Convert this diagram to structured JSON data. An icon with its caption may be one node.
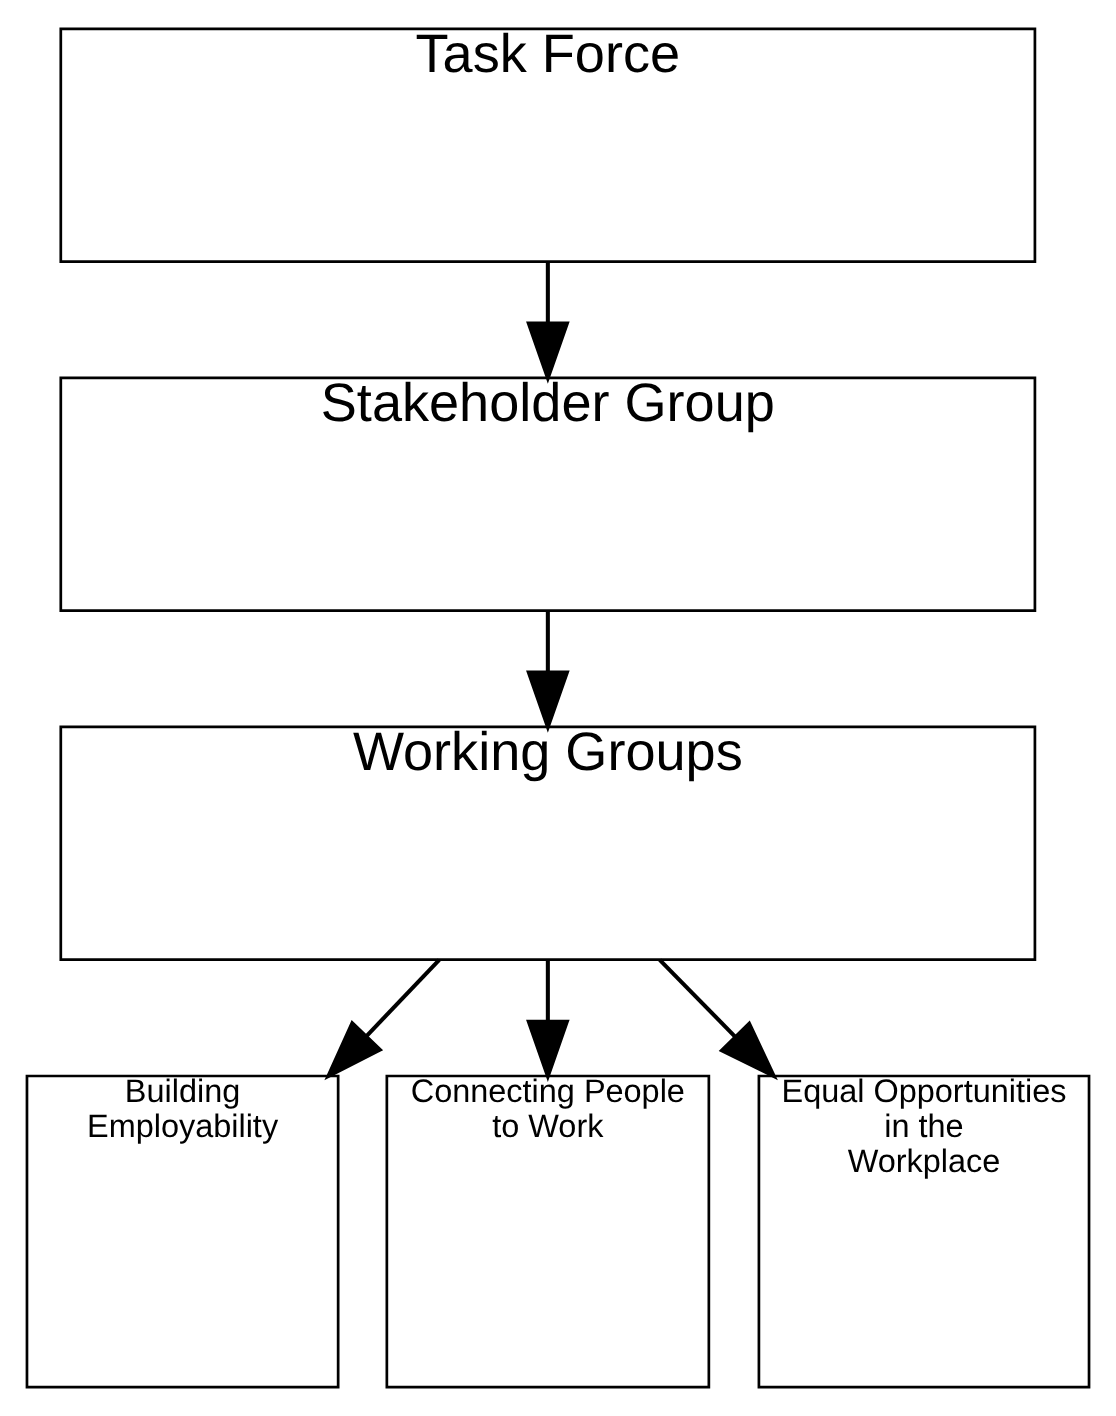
{
  "diagram": {
    "nodes": [
      {
        "text": [
          "Task Force"
        ]
      },
      {
        "text": [
          "Stakeholder Group"
        ]
      },
      {
        "text": [
          "Working Groups"
        ]
      },
      {
        "text": [
          "Building Employability"
        ]
      },
      {
        "text": [
          "Connecting People to Work"
        ]
      },
      {
        "text": [
          "Equal Opportunities in the Workplace"
        ]
      }
    ],
    "edges": [
      {
        "from": 0,
        "to": 1,
        "arrow": "to"
      },
      {
        "from": 1,
        "to": 2,
        "arrow": "to"
      },
      {
        "from": 2,
        "to": 3,
        "arrow": "to"
      },
      {
        "from": 2,
        "to": 4,
        "arrow": "to"
      },
      {
        "from": 2,
        "to": 5,
        "arrow": "to"
      }
    ]
  }
}
